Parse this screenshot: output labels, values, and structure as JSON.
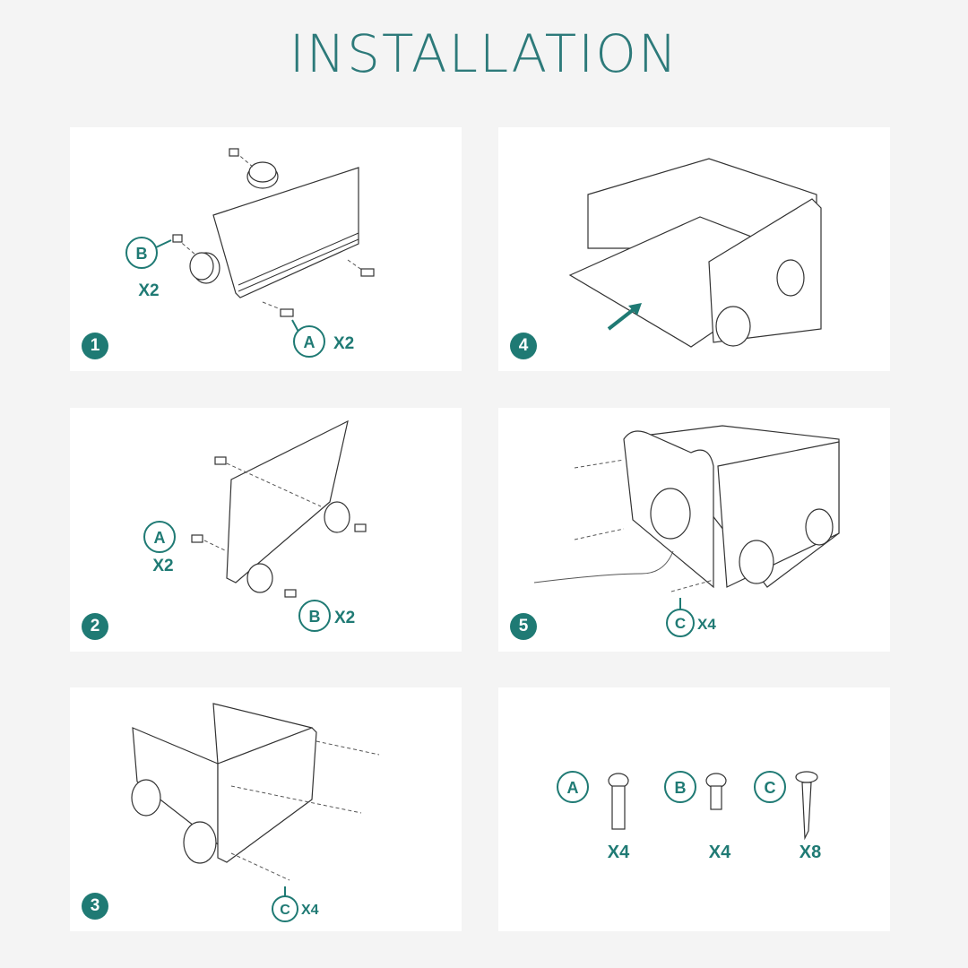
{
  "title": "INSTALLATION",
  "colors": {
    "accent": "#1f7a74",
    "title": "#2d7a7a",
    "background": "#f4f4f4",
    "panel": "#ffffff"
  },
  "steps": [
    {
      "number": "1",
      "callouts": [
        {
          "part": "B",
          "qty": "X2"
        },
        {
          "part": "A",
          "qty": "X2"
        }
      ]
    },
    {
      "number": "2",
      "callouts": [
        {
          "part": "A",
          "qty": "X2"
        },
        {
          "part": "B",
          "qty": "X2"
        }
      ]
    },
    {
      "number": "3",
      "callouts": [
        {
          "part": "C",
          "qty": "X4"
        }
      ]
    },
    {
      "number": "4",
      "callouts": []
    },
    {
      "number": "5",
      "callouts": [
        {
          "part": "C",
          "qty": "X4"
        }
      ]
    }
  ],
  "parts": [
    {
      "label": "A",
      "qty": "X4",
      "icon": "bolt-long-icon"
    },
    {
      "label": "B",
      "qty": "X4",
      "icon": "bolt-short-icon"
    },
    {
      "label": "C",
      "qty": "X8",
      "icon": "wood-screw-icon"
    }
  ]
}
